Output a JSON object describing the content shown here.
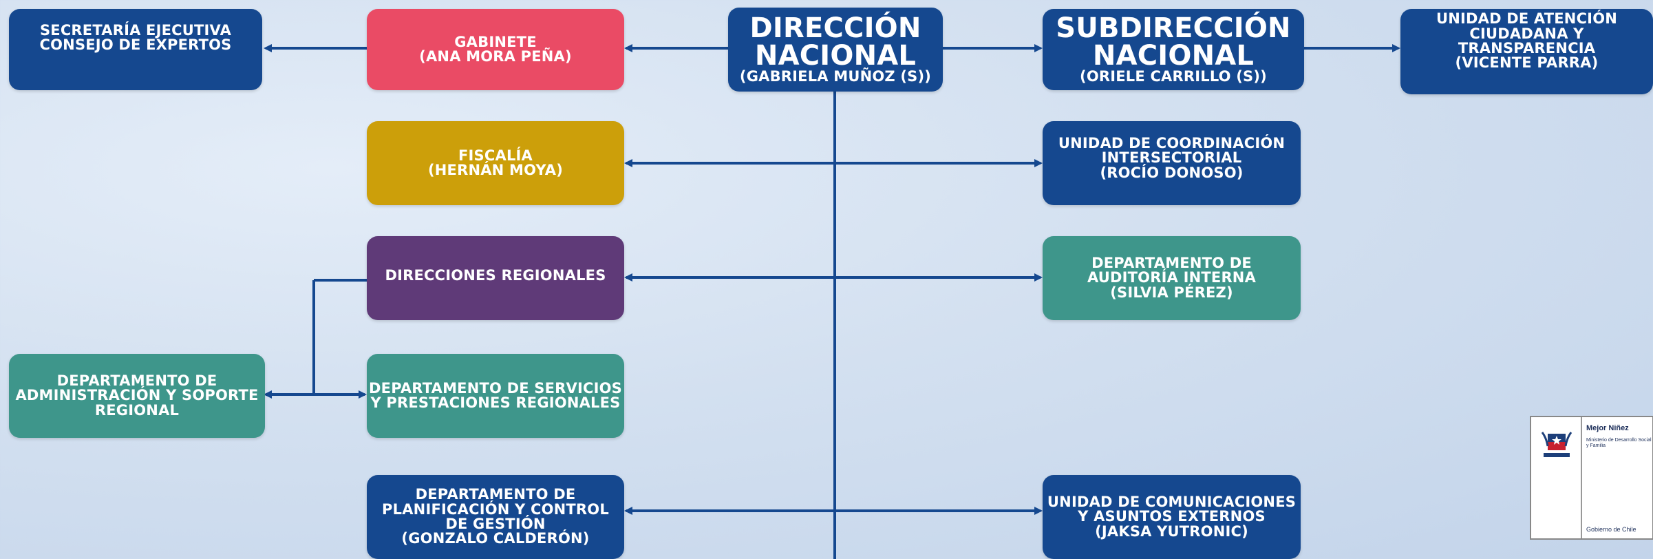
{
  "boxes": {
    "secretaria": {
      "l1": "SECRETARÍA EJECUTIVA",
      "l2": "CONSEJO DE EXPERTOS"
    },
    "gabinete": {
      "l1": "GABINETE",
      "l2": "(ANA MORA PEÑA)"
    },
    "direccion": {
      "l1": "DIRECCIÓN",
      "l2": "NACIONAL",
      "l3": "(GABRIELA MUÑOZ (S))"
    },
    "subdireccion": {
      "l1": "SUBDIRECCIÓN",
      "l2": "NACIONAL",
      "l3": "(ORIELE CARRILLO (S))"
    },
    "atencion": {
      "l1": "UNIDAD DE ATENCIÓN",
      "l2": "CIUDADANA Y TRANSPARENCIA",
      "l3": "(VICENTE PARRA)"
    },
    "fiscalia": {
      "l1": "FISCALÍA",
      "l2": "(HERNÁN MOYA)"
    },
    "coordinacion": {
      "l1": "UNIDAD DE COORDINACIÓN",
      "l2": "INTERSECTORIAL",
      "l3": "(ROCÍO DONOSO)"
    },
    "regionales": {
      "l1": "DIRECCIONES REGIONALES"
    },
    "auditoria": {
      "l1": "DEPARTAMENTO DE",
      "l2": "AUDITORÍA INTERNA",
      "l3": "(SILVIA PÉREZ)"
    },
    "administracion": {
      "l1": "DEPARTAMENTO DE",
      "l2": "ADMINISTRACIÓN Y SOPORTE",
      "l3": "REGIONAL"
    },
    "servicios": {
      "l1": "DEPARTAMENTO DE SERVICIOS",
      "l2": "Y PRESTACIONES REGIONALES"
    },
    "planificacion": {
      "l1": "DEPARTAMENTO DE",
      "l2": "PLANIFICACIÓN Y CONTROL",
      "l3": "DE GESTIÓN",
      "l4": "(GONZALO CALDERÓN)"
    },
    "comunicaciones": {
      "l1": "UNIDAD DE COMUNICACIONES",
      "l2": "Y ASUNTOS EXTERNOS",
      "l3": "(JAKSA YUTRONIC)"
    }
  },
  "logo": {
    "title": "Mejor Niñez",
    "ministry": "Ministerio de Desarrollo Social y Familia",
    "government": "Gobierno de Chile"
  },
  "colors": {
    "navy": "#15488f",
    "pink": "#ea4b65",
    "gold": "#cc9f0a",
    "purple": "#5f3a78",
    "teal": "#3e968b",
    "connector": "#15488f"
  }
}
